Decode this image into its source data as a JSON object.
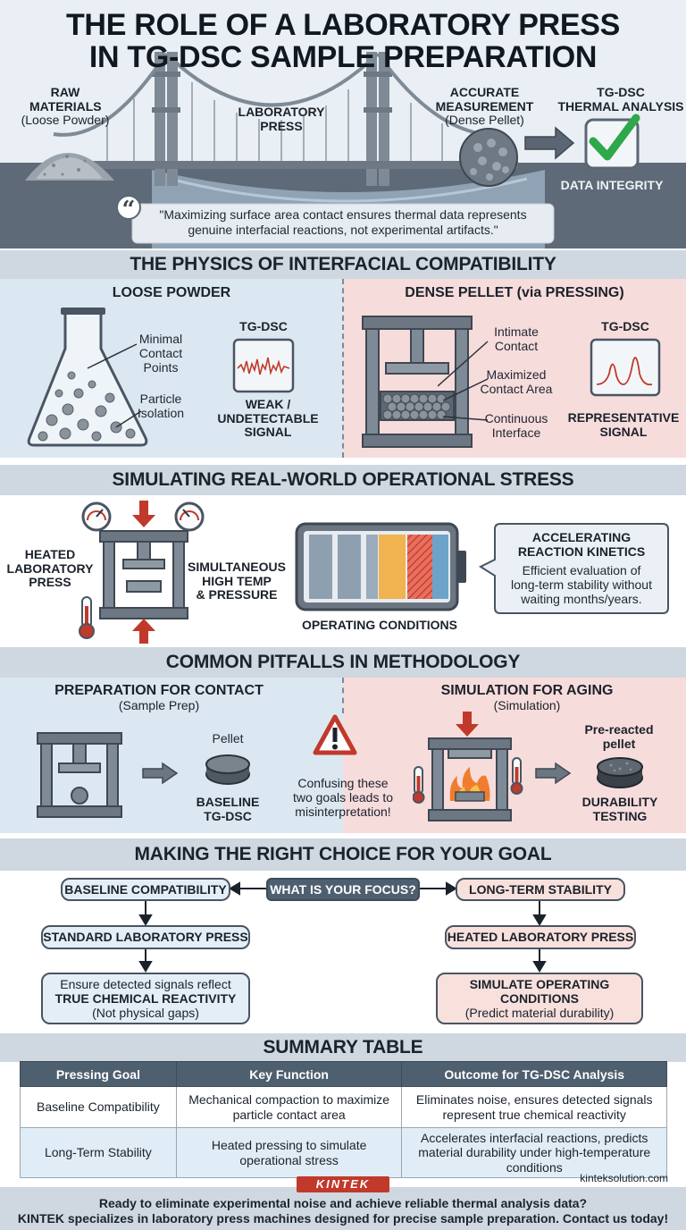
{
  "header": {
    "title_line1": "THE ROLE OF A LABORATORY PRESS",
    "title_line2": "IN TG-DSC SAMPLE PREPARATION",
    "raw_label": "RAW MATERIALS",
    "raw_sub": "(Loose Powder)",
    "press_label1": "LABORATORY",
    "press_label2": "PRESS",
    "accurate_label1": "ACCURATE",
    "accurate_label2": "MEASUREMENT",
    "accurate_sub": "(Dense Pellet)",
    "tgdsc_label1": "TG-DSC",
    "tgdsc_label2": "THERMAL ANALYSIS",
    "integrity_label": "DATA INTEGRITY",
    "quote_line1": "\"Maximizing surface area contact ensures thermal data represents",
    "quote_line2": "genuine interfacial reactions, not experimental artifacts.\""
  },
  "physics": {
    "title": "THE PHYSICS OF INTERFACIAL COMPATIBILITY",
    "left_title": "LOOSE POWDER",
    "left_note1_a": "Minimal",
    "left_note1_b": "Contact",
    "left_note1_c": "Points",
    "left_note2_a": "Particle",
    "left_note2_b": "Isolation",
    "left_tgdsc": "TG-DSC",
    "left_signal_a": "WEAK /",
    "left_signal_b": "UNDETECTABLE",
    "left_signal_c": "SIGNAL",
    "right_title": "DENSE PELLET (via PRESSING)",
    "right_note1_a": "Intimate",
    "right_note1_b": "Contact",
    "right_note2_a": "Maximized",
    "right_note2_b": "Contact Area",
    "right_note3_a": "Continuous",
    "right_note3_b": "Interface",
    "right_tgdsc": "TG-DSC",
    "right_signal_a": "REPRESENTATIVE",
    "right_signal_b": "SIGNAL"
  },
  "stress": {
    "title": "SIMULATING REAL-WORLD OPERATIONAL STRESS",
    "heated_a": "HEATED",
    "heated_b": "LABORATORY",
    "heated_c": "PRESS",
    "simul_a": "SIMULTANEOUS",
    "simul_b": "HIGH TEMP",
    "simul_c": "& PRESSURE",
    "operating": "OPERATING CONDITIONS",
    "accel_a": "ACCELERATING",
    "accel_b": "REACTION KINETICS",
    "accel_desc_a": "Efficient evaluation of",
    "accel_desc_b": "long-term stability without",
    "accel_desc_c": "waiting months/years."
  },
  "pitfalls": {
    "title": "COMMON PITFALLS IN METHODOLOGY",
    "left_title": "PREPARATION FOR CONTACT",
    "left_sub": "(Sample Prep)",
    "pellet": "Pellet",
    "baseline_a": "BASELINE",
    "baseline_b": "TG-DSC",
    "warn_a": "Confusing these",
    "warn_b": "two goals leads to",
    "warn_c": "misinterpretation!",
    "right_title": "SIMULATION FOR AGING",
    "right_sub": "(Simulation)",
    "prereacted_a": "Pre-reacted",
    "prereacted_b": "pellet",
    "durability_a": "DURABILITY",
    "durability_b": "TESTING"
  },
  "choice": {
    "title": "MAKING THE RIGHT CHOICE FOR YOUR GOAL",
    "focus": "WHAT IS YOUR FOCUS?",
    "left_1": "BASELINE COMPATIBILITY",
    "left_2": "STANDARD LABORATORY PRESS",
    "left_3a": "Ensure detected signals reflect",
    "left_3b": "TRUE CHEMICAL REACTIVITY",
    "left_3c": "(Not physical gaps)",
    "right_1": "LONG-TERM STABILITY",
    "right_2": "HEATED LABORATORY PRESS",
    "right_3a": "SIMULATE OPERATING",
    "right_3b": "CONDITIONS",
    "right_3c": "(Predict material durability)"
  },
  "summary": {
    "title": "SUMMARY TABLE",
    "headers": [
      "Pressing Goal",
      "Key Function",
      "Outcome for TG-DSC Analysis"
    ],
    "rows": [
      [
        "Baseline Compatibility",
        "Mechanical compaction to maximize particle contact area",
        "Eliminates noise, ensures detected signals represent true chemical reactivity"
      ],
      [
        "Long-Term Stability",
        "Heated pressing to simulate operational stress",
        "Accelerates interfacial reactions, predicts material durability under high-temperature conditions"
      ]
    ],
    "website": "kinteksolution.com"
  },
  "footer": {
    "brand": "KINTEK",
    "line1": "Ready to eliminate experimental noise and achieve reliable thermal analysis data?",
    "line2": "KINTEK specializes in laboratory press machines designed for precise sample preparation. Contact us today!"
  },
  "colors": {
    "accent_red": "#c0392b",
    "accent_green": "#2ea84a",
    "steel": "#5b6672",
    "band": "#cfd8e0",
    "panel_blue": "#dbe8f1",
    "panel_pink": "#f7dcdc"
  }
}
